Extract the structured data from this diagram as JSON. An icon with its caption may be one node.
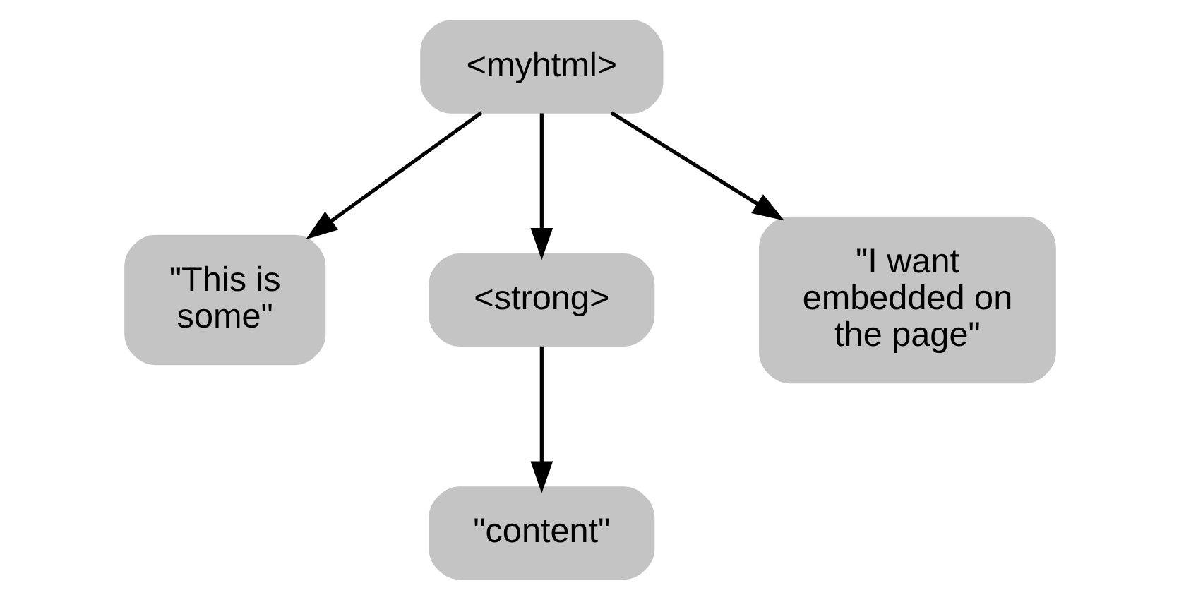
{
  "diagram": {
    "nodes": [
      {
        "text": [
          "<myhtml>"
        ]
      },
      {
        "text": [
          "\"This is some\""
        ]
      },
      {
        "text": [
          "<strong>"
        ]
      },
      {
        "text": [
          "\"I want embedded on the page\""
        ]
      },
      {
        "text": [
          "\"content\""
        ]
      }
    ],
    "edges": [
      {
        "from": 0,
        "to": 1,
        "arrow": "to"
      },
      {
        "from": 0,
        "to": 2,
        "arrow": "to"
      },
      {
        "from": 0,
        "to": 3,
        "arrow": "to"
      },
      {
        "from": 2,
        "to": 4,
        "arrow": "to"
      }
    ]
  }
}
